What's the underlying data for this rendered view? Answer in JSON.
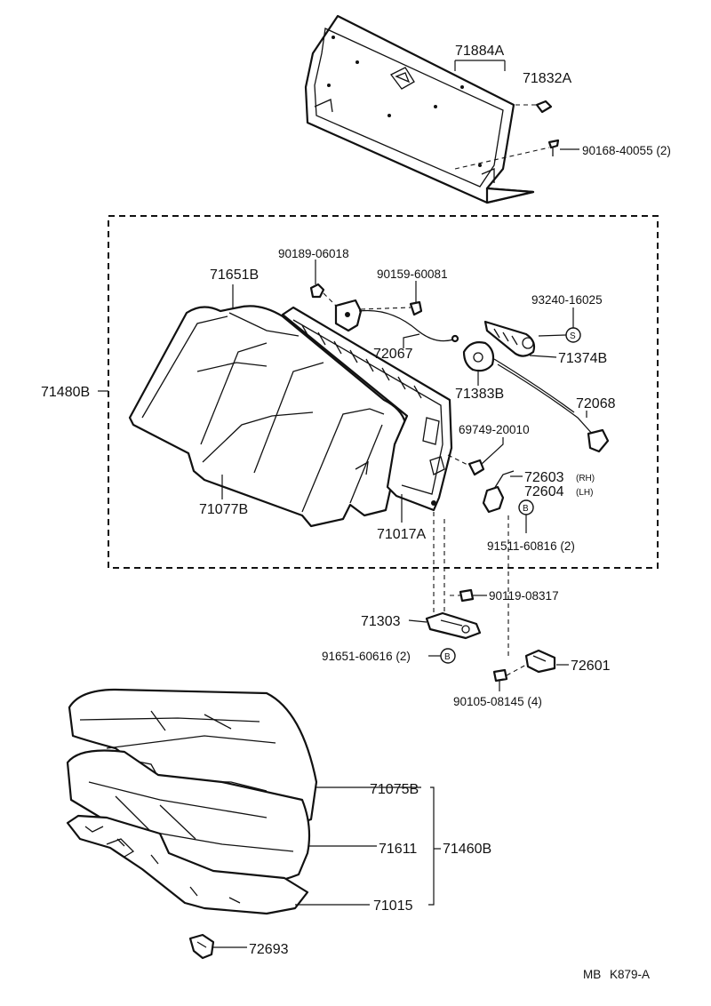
{
  "diagram": {
    "labels": {
      "p71884A": "71884A",
      "p71832A": "71832A",
      "p90168": "90168-40055 (2)",
      "p90189": "90189-06018",
      "p71651B": "71651B",
      "p90159": "90159-60081",
      "p93240": "93240-16025",
      "p71374B": "71374B",
      "p72067": "72067",
      "p71383B": "71383B",
      "p72068": "72068",
      "p71480B": "71480B",
      "p69749": "69749-20010",
      "p72603": "72603",
      "p72603_side": "(RH)",
      "p72604": "72604",
      "p72604_side": "(LH)",
      "p71077B": "71077B",
      "p71017A": "71017A",
      "p91511": "91511-60816 (2)",
      "p90119": "90119-08317",
      "p71303": "71303",
      "p91651": "91651-60616 (2)",
      "p72601": "72601",
      "p90105": "90105-08145 (4)",
      "p71075B": "71075B",
      "p71611": "71611",
      "p71460B": "71460B",
      "p71015": "71015",
      "p72693": "72693"
    },
    "markers": {
      "s": "S",
      "b1": "B",
      "b2": "B"
    },
    "footer": {
      "prefix": "MB",
      "code": "K879-A"
    }
  }
}
